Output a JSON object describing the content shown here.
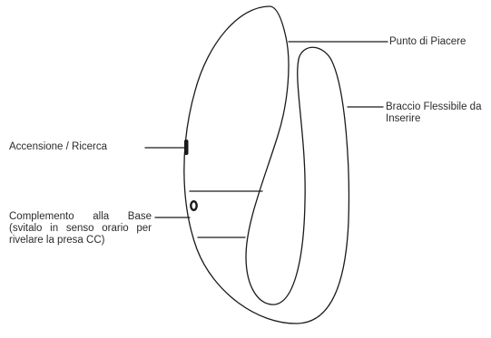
{
  "diagram": {
    "labels": {
      "pleasure_point": "Punto di Piacere",
      "flexible_arm": "Braccio Flessibile da Inserire",
      "power_search": "Accensione / Ricerca",
      "base_complement": "Complemento alla Base (svitalo in senso orario per rivelare la presa CC)"
    },
    "colors": {
      "outline": "#1a1a1a",
      "text": "#2b2b2b",
      "background": "#ffffff"
    }
  }
}
